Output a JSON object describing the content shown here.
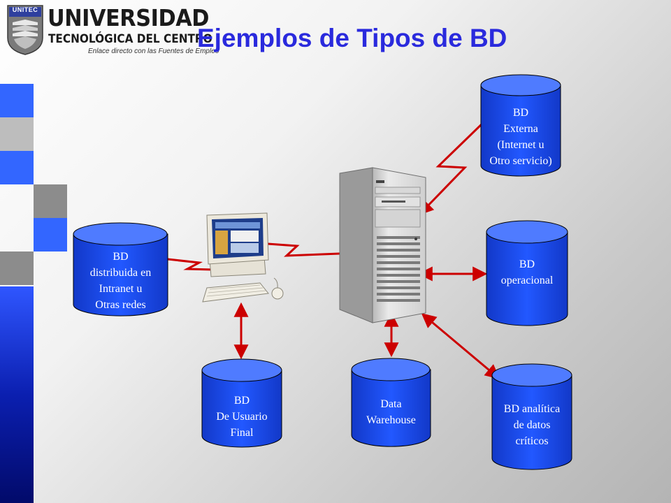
{
  "slide": {
    "title": "Ejemplos de Tipos de BD"
  },
  "logo": {
    "badge_text": "UNITEC",
    "line1": "UNIVERSIDAD",
    "line2": "TECNOLÓGICA DEL CENTRO",
    "tagline": "Enlace directo con las Fuentes de Empleo"
  },
  "colors": {
    "title": "#2a2add",
    "cylinder_fill": "#1d4ff0",
    "cylinder_top": "#4f7bff",
    "connector": "#cc0000",
    "bar_blue": "#3366ff",
    "bar_gray": "#8c8c8c"
  },
  "databases": {
    "externa": {
      "lines": [
        "BD",
        "Externa",
        "(Internet u",
        "Otro servicio)"
      ]
    },
    "distribuida": {
      "lines": [
        "BD",
        "distribuida en",
        "Intranet u",
        "Otras redes"
      ]
    },
    "operacional": {
      "lines": [
        "BD",
        "operacional"
      ]
    },
    "usuario_final": {
      "lines": [
        "BD",
        "De Usuario",
        "Final"
      ]
    },
    "warehouse": {
      "lines": [
        "Data",
        "Warehouse"
      ]
    },
    "analitica": {
      "lines": [
        "BD analítica",
        "de datos",
        "críticos"
      ]
    }
  },
  "icons": {
    "client": "desktop-computer-icon",
    "server": "tower-server-icon",
    "logo": "university-seal-logo"
  }
}
